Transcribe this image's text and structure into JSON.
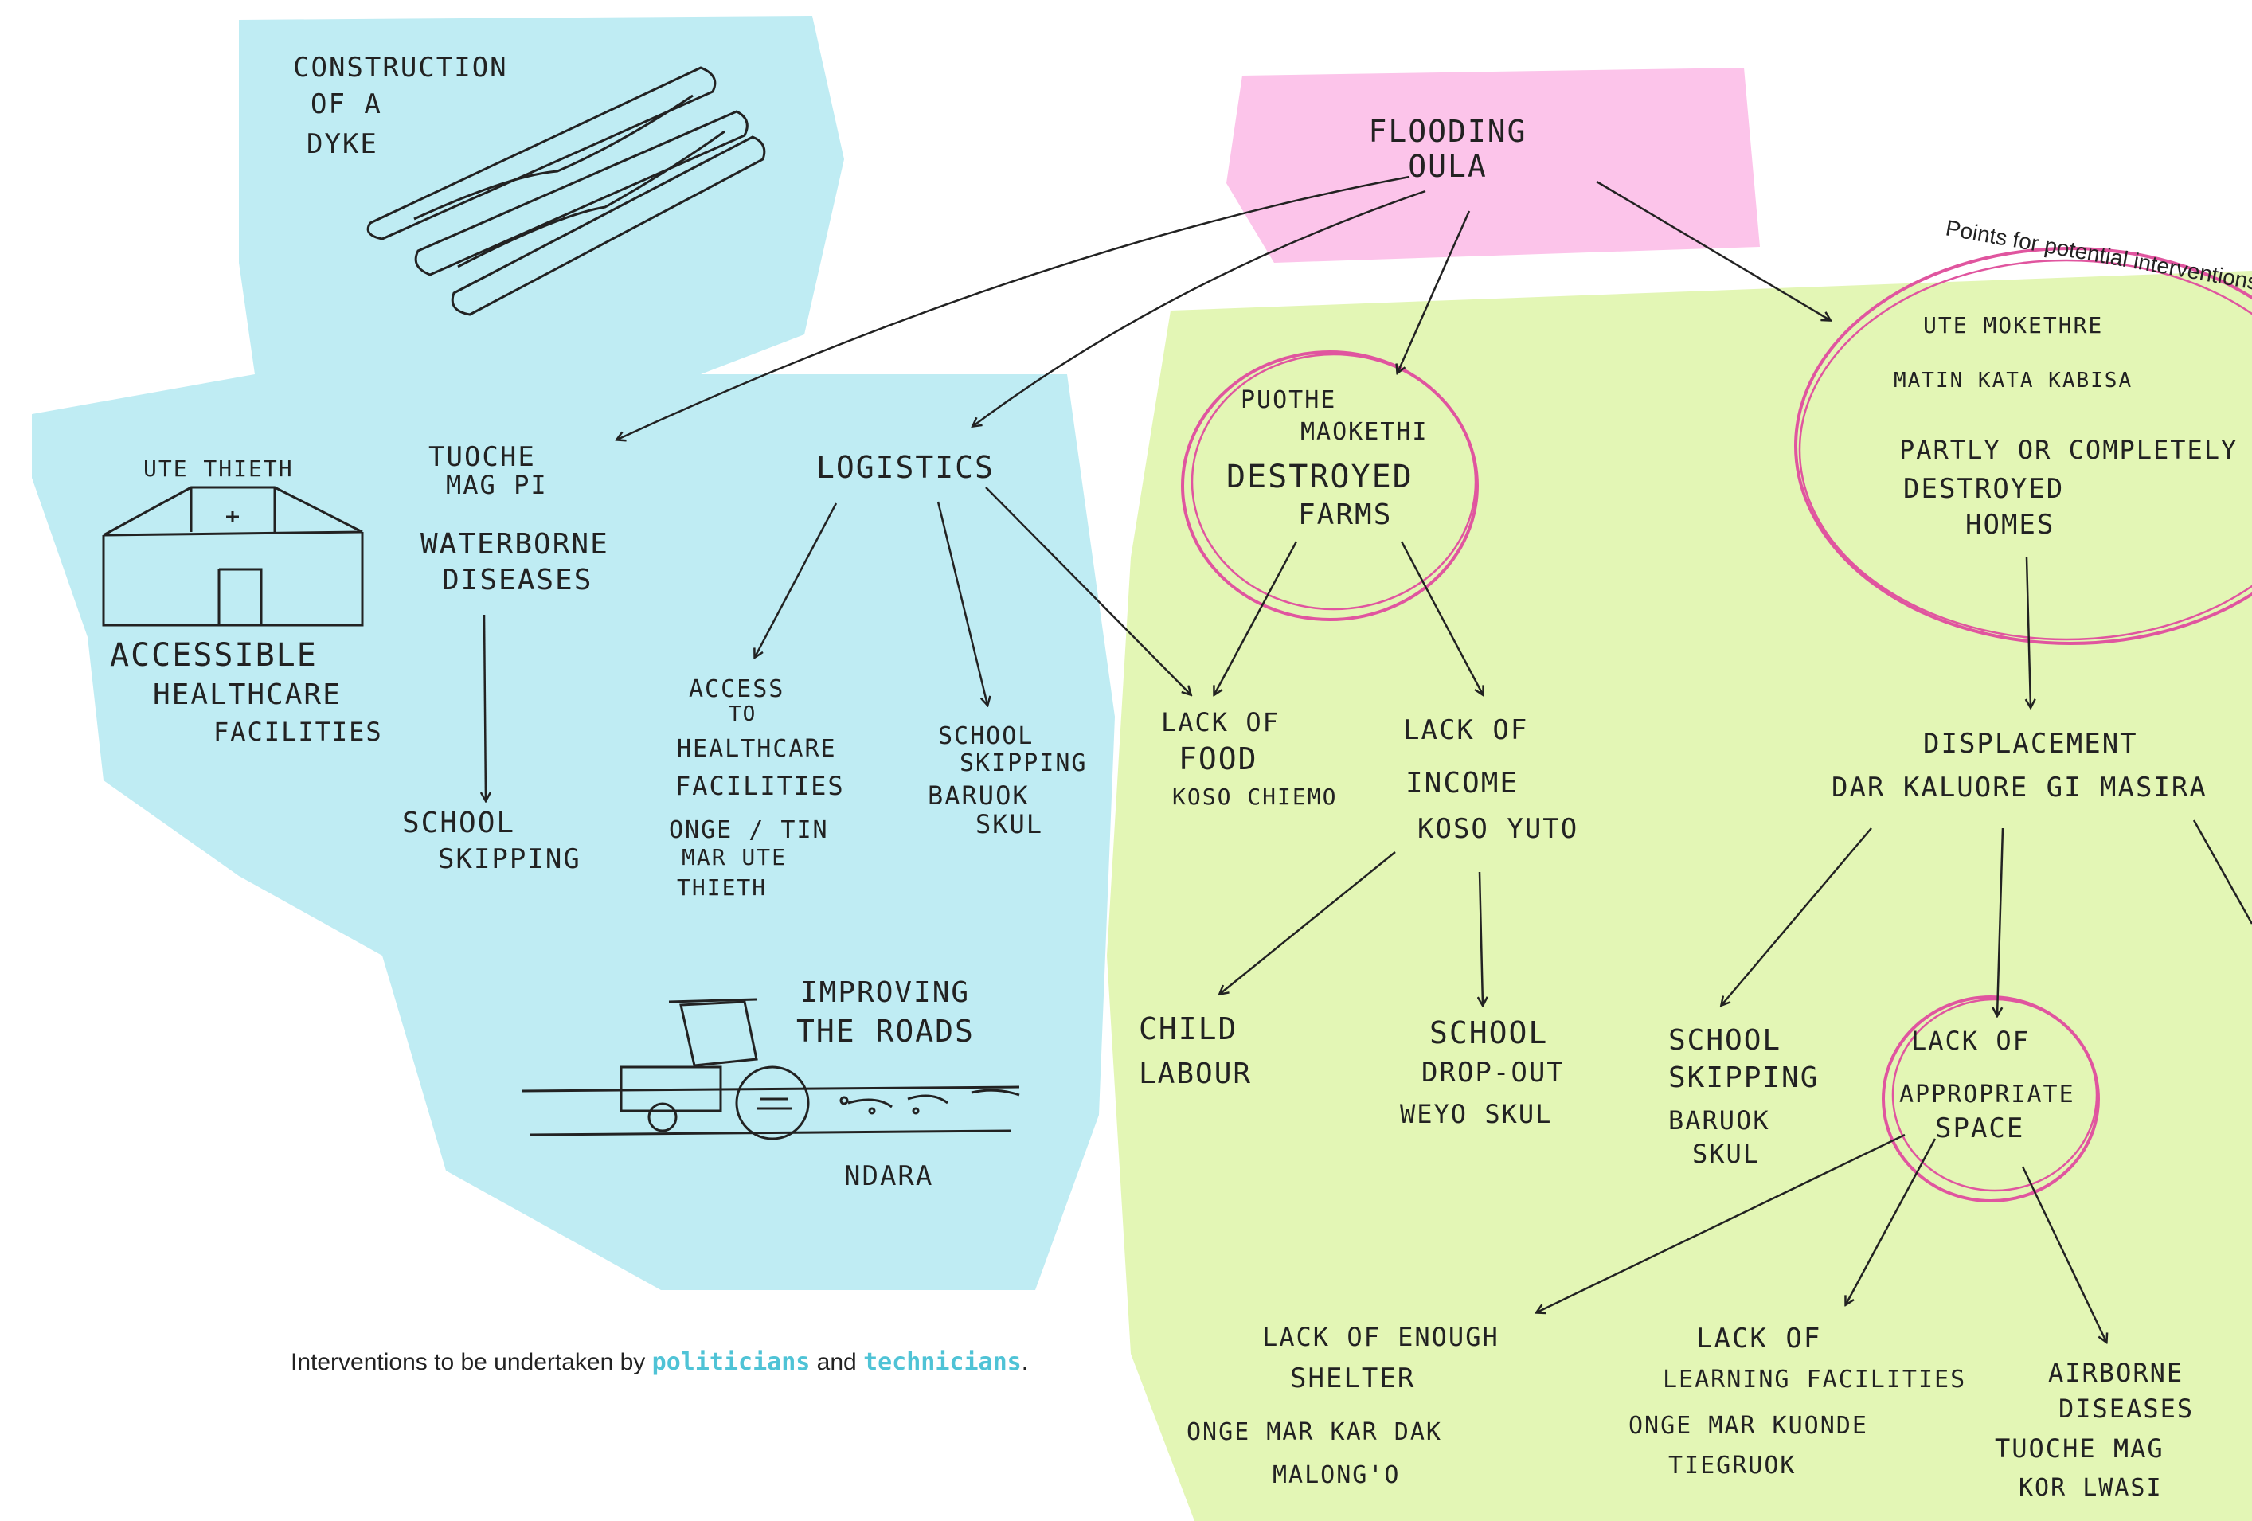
{
  "colors": {
    "blue_wash": "#bfecf3",
    "green_wash": "#e3f6b5",
    "pink_wash": "#fcc4ea",
    "circle": "#e0559f",
    "ink": "#222222",
    "keyword": "#4fc3d6"
  },
  "root": [
    "FLOODING",
    "OULA"
  ],
  "intervention_points_label": "Points for potential interventions",
  "nodes": {
    "destroyed_farms": {
      "local": [
        "PUOTHE",
        "MAOKETHI"
      ],
      "english": [
        "DESTROYED",
        "FARMS"
      ]
    },
    "destroyed_homes": {
      "local": [
        "UTE MOKETHRE",
        "MATIN KATA KABISA"
      ],
      "english": [
        "PARTLY OR COMPLETELY",
        "DESTROYED",
        "HOMES"
      ]
    },
    "waterborne": {
      "local": [
        "TUOCHE",
        "MAG PI"
      ],
      "english": [
        "WATERBORNE",
        "DISEASES"
      ]
    },
    "logistics": {
      "label": "LOGISTICS"
    },
    "healthcare_facility": {
      "local": "UTE THIETH",
      "english": [
        "ACCESSIBLE",
        "HEALTHCARE",
        "FACILITIES"
      ]
    },
    "school_skipping_left": [
      "SCHOOL",
      "SKIPPING"
    ],
    "access_healthcare": {
      "english": [
        "ACCESS",
        "TO",
        "HEALTHCARE",
        "FACILITIES"
      ],
      "local": [
        "ONGE / TIN",
        "MAR UTE",
        "THIETH"
      ]
    },
    "school_skipping_mid": {
      "english": [
        "SCHOOL",
        "SKIPPING"
      ],
      "local": [
        "BARUOK",
        "SKUL"
      ]
    },
    "dyke": [
      "CONSTRUCTION",
      "OF   A",
      "DYKE"
    ],
    "roads": {
      "english": [
        "IMPROVING",
        "THE  ROADS"
      ],
      "local": "NDARA"
    },
    "lack_food": {
      "english": [
        "LACK  OF",
        "FOOD"
      ],
      "local": "KOSO CHIEMO"
    },
    "lack_income": {
      "english": [
        "LACK  OF",
        "INCOME"
      ],
      "local": "KOSO  YUTO"
    },
    "child_labour": [
      "CHILD",
      "LABOUR"
    ],
    "school_dropout": {
      "english": [
        "SCHOOL",
        "DROP-OUT"
      ],
      "local": "WEYO SKUL"
    },
    "displacement": {
      "english": "DISPLACEMENT",
      "local": "DAR  KALUORE  GI  MASIRA"
    },
    "school_skipping_right": {
      "english": [
        "SCHOOL",
        "SKIPPING"
      ],
      "local": [
        "BARUOK",
        "SKUL"
      ]
    },
    "appropriate_space": [
      "LACK  OF",
      "APPROPRIATE",
      "SPACE"
    ],
    "lack_shelter": {
      "english": [
        "LACK  OF ENOUGH",
        "SHELTER"
      ],
      "local": [
        "ONGE  MAR  KAR DAK",
        "MALONG'O"
      ]
    },
    "lack_learning": {
      "english": [
        "LACK  OF",
        "LEARNING  FACILITIES"
      ],
      "local": [
        "ONGE  MAR  KUONDE",
        "TIEGRUOK"
      ]
    },
    "airborne": {
      "english": [
        "AIRBORNE",
        "DISEASES"
      ],
      "local": [
        "TUOCHE  MAG",
        "KOR  LWASI"
      ]
    }
  },
  "caption": {
    "prefix": "Interventions to be undertaken by ",
    "keyword1": "politicians",
    "middle": " and ",
    "keyword2": "technicians",
    "suffix": "."
  }
}
